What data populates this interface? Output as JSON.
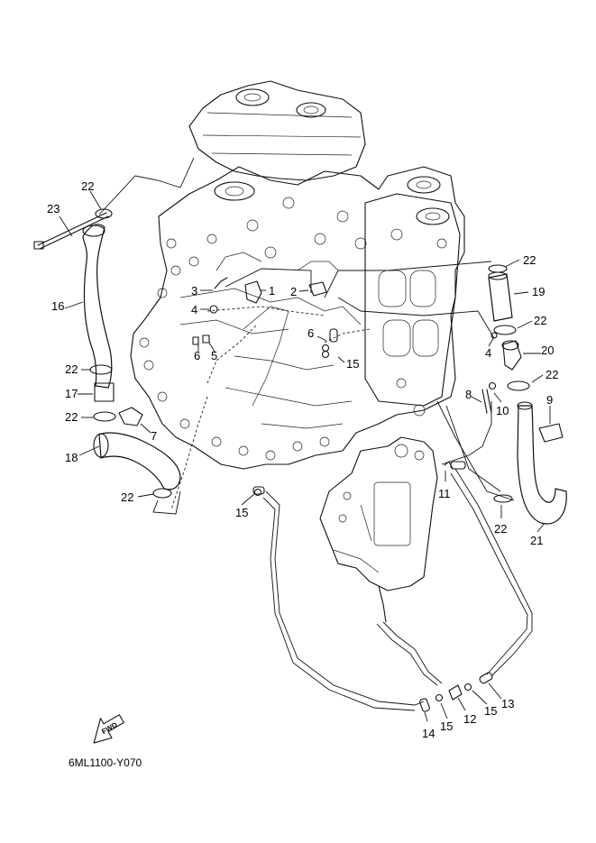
{
  "diagram": {
    "callouts": {
      "p1": "1",
      "p2": "2",
      "p3": "3",
      "p4a": "4",
      "p4b": "4",
      "p5": "5",
      "p6a": "6",
      "p6b": "6",
      "p7": "7",
      "p8": "8",
      "p9": "9",
      "p10": "10",
      "p11": "11",
      "p12": "12",
      "p13": "13",
      "p14": "14",
      "p15a": "15",
      "p15b": "15",
      "p15c": "15",
      "p15d": "15",
      "p16": "16",
      "p17": "17",
      "p18": "18",
      "p19": "19",
      "p20": "20",
      "p21": "21",
      "p22a": "22",
      "p22b": "22",
      "p22c": "22",
      "p22d": "22",
      "p22e": "22",
      "p22f": "22",
      "p22g": "22",
      "p22h": "22",
      "p23": "23"
    },
    "fwd_label": "FWD",
    "drawing_code": "6ML1100-Y070"
  }
}
